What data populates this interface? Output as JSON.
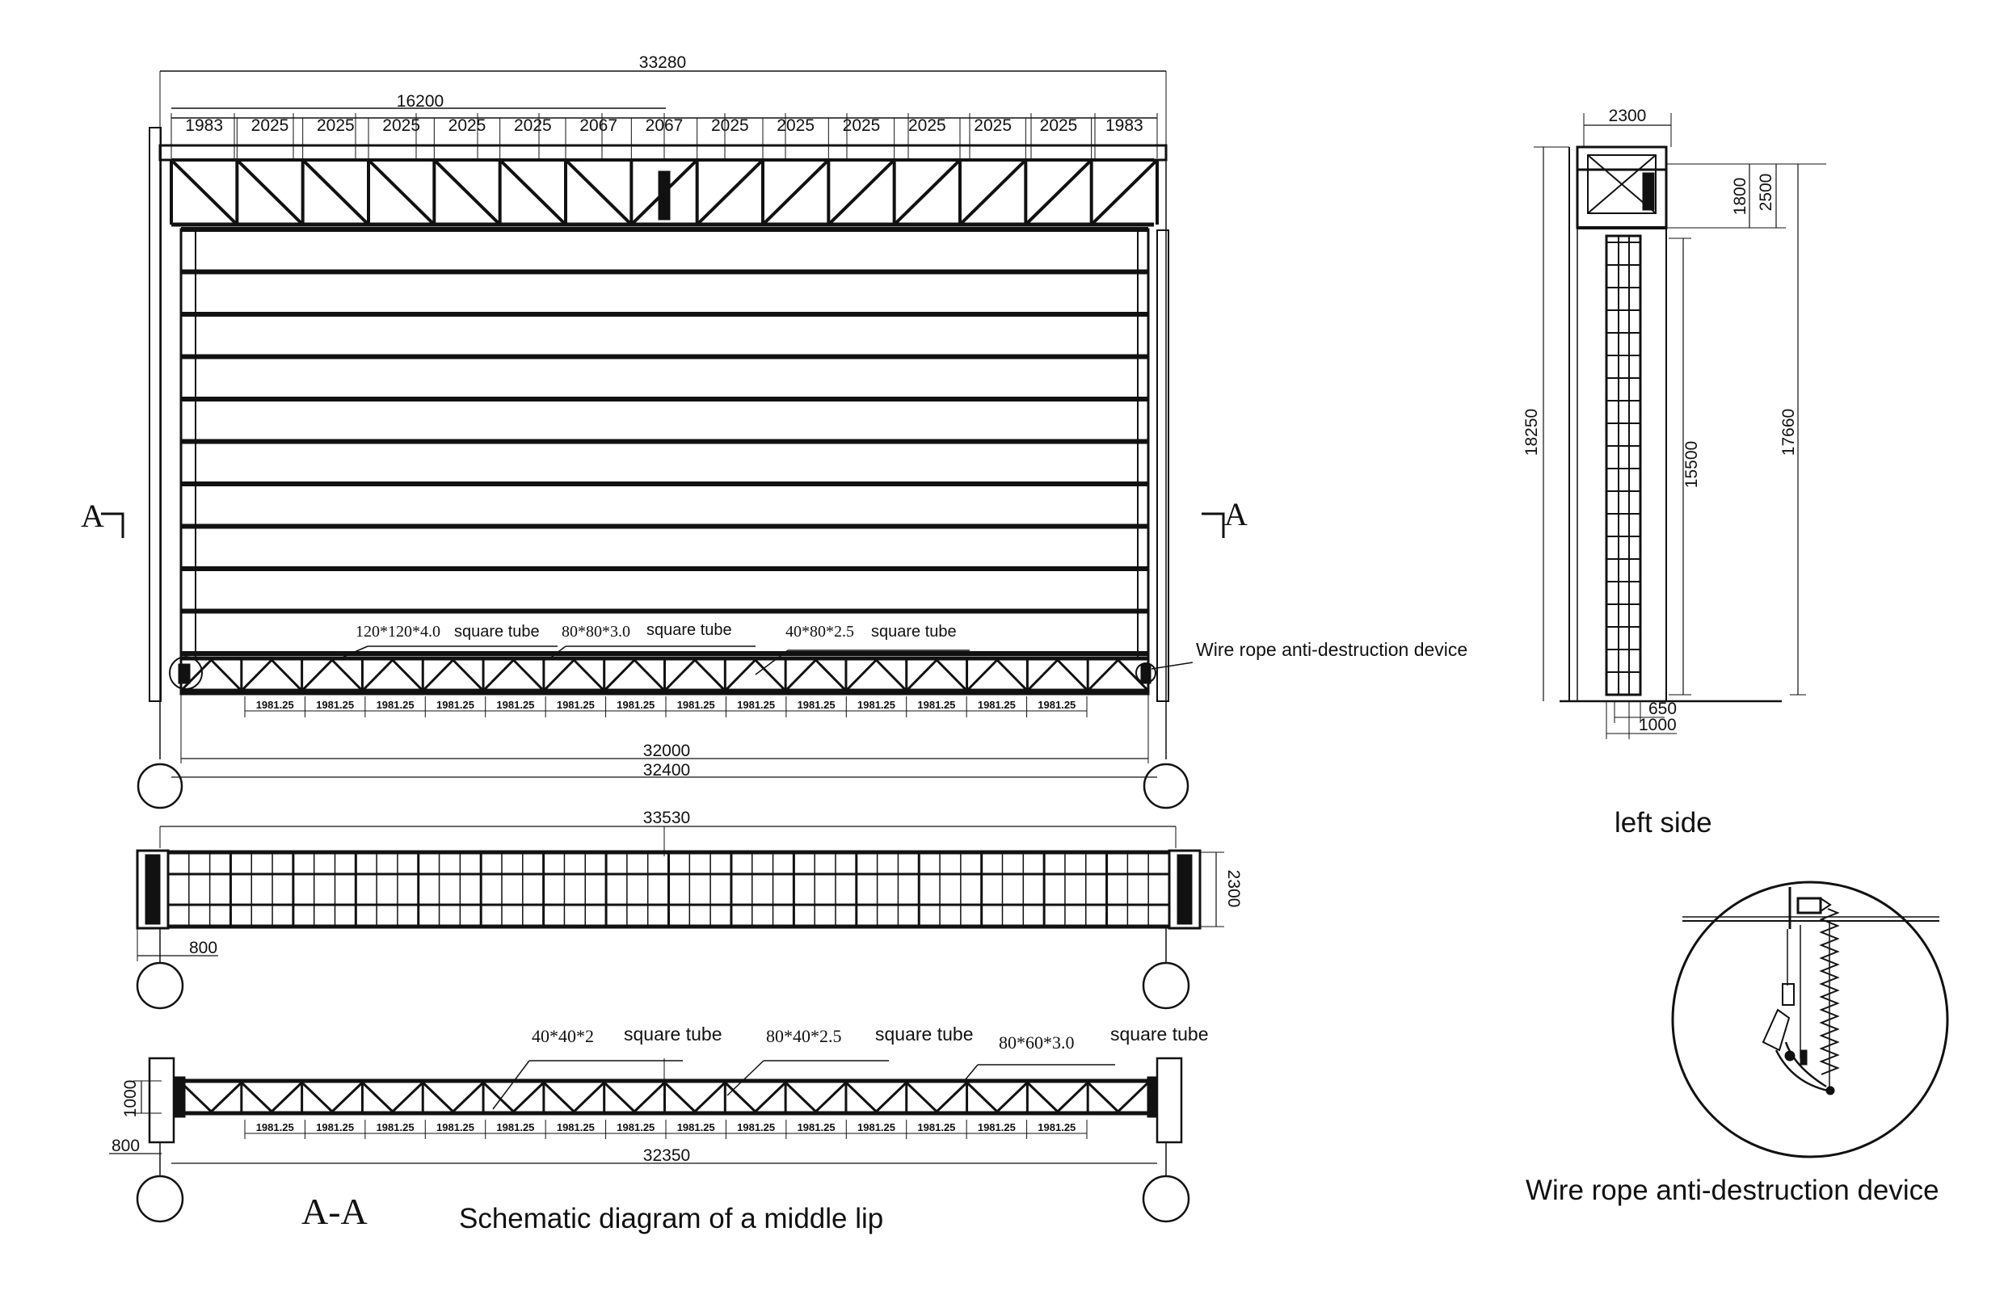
{
  "front_view": {
    "overall_width": "33280",
    "half_width": "16200",
    "top_spans": [
      "1983",
      "2025",
      "2025",
      "2025",
      "2025",
      "2025",
      "2067",
      "2067",
      "2025",
      "2025",
      "2025",
      "2025",
      "2025",
      "2025",
      "1983"
    ],
    "bottom_spans": [
      "1981.25",
      "1981.25",
      "1981.25",
      "1981.25",
      "1981.25",
      "1981.25",
      "1981.25",
      "1981.25",
      "1981.25",
      "1981.25",
      "1981.25",
      "1981.25",
      "1981.25",
      "1981.25"
    ],
    "dim_inner": "32000",
    "dim_outer": "32400",
    "section_mark_left": "A",
    "section_mark_right": "A",
    "label_tube_1_spec": "120*120*4.0",
    "label_tube_1_text": "square tube",
    "label_tube_2_spec": "80*80*3.0",
    "label_tube_2_text": "square tube",
    "label_tube_3_spec": "40*80*2.5",
    "label_tube_3_text": "square tube",
    "label_device": "Wire rope anti-destruction device"
  },
  "top_view": {
    "overall_width": "33530",
    "depth": "2300",
    "offset": "800"
  },
  "section_view": {
    "spec_1": "40*40*2",
    "text_1": "square tube",
    "spec_2": "80*40*2.5",
    "text_2": "square tube",
    "spec_3": "80*60*3.0",
    "text_3": "square tube",
    "height": "1000",
    "offset": "800",
    "spans": [
      "1981.25",
      "1981.25",
      "1981.25",
      "1981.25",
      "1981.25",
      "1981.25",
      "1981.25",
      "1981.25",
      "1981.25",
      "1981.25",
      "1981.25",
      "1981.25",
      "1981.25",
      "1981.25"
    ],
    "total": "32350",
    "section_label": "A-A",
    "caption": "Schematic diagram of a middle lip"
  },
  "side_view": {
    "top_width": "2300",
    "dim_2500": "2500",
    "dim_1800": "1800",
    "dim_18250": "18250",
    "dim_15500": "15500",
    "dim_17660": "17660",
    "dim_650": "650",
    "dim_1000": "1000",
    "caption": "left side"
  },
  "detail": {
    "caption": "Wire rope anti-destruction device"
  }
}
